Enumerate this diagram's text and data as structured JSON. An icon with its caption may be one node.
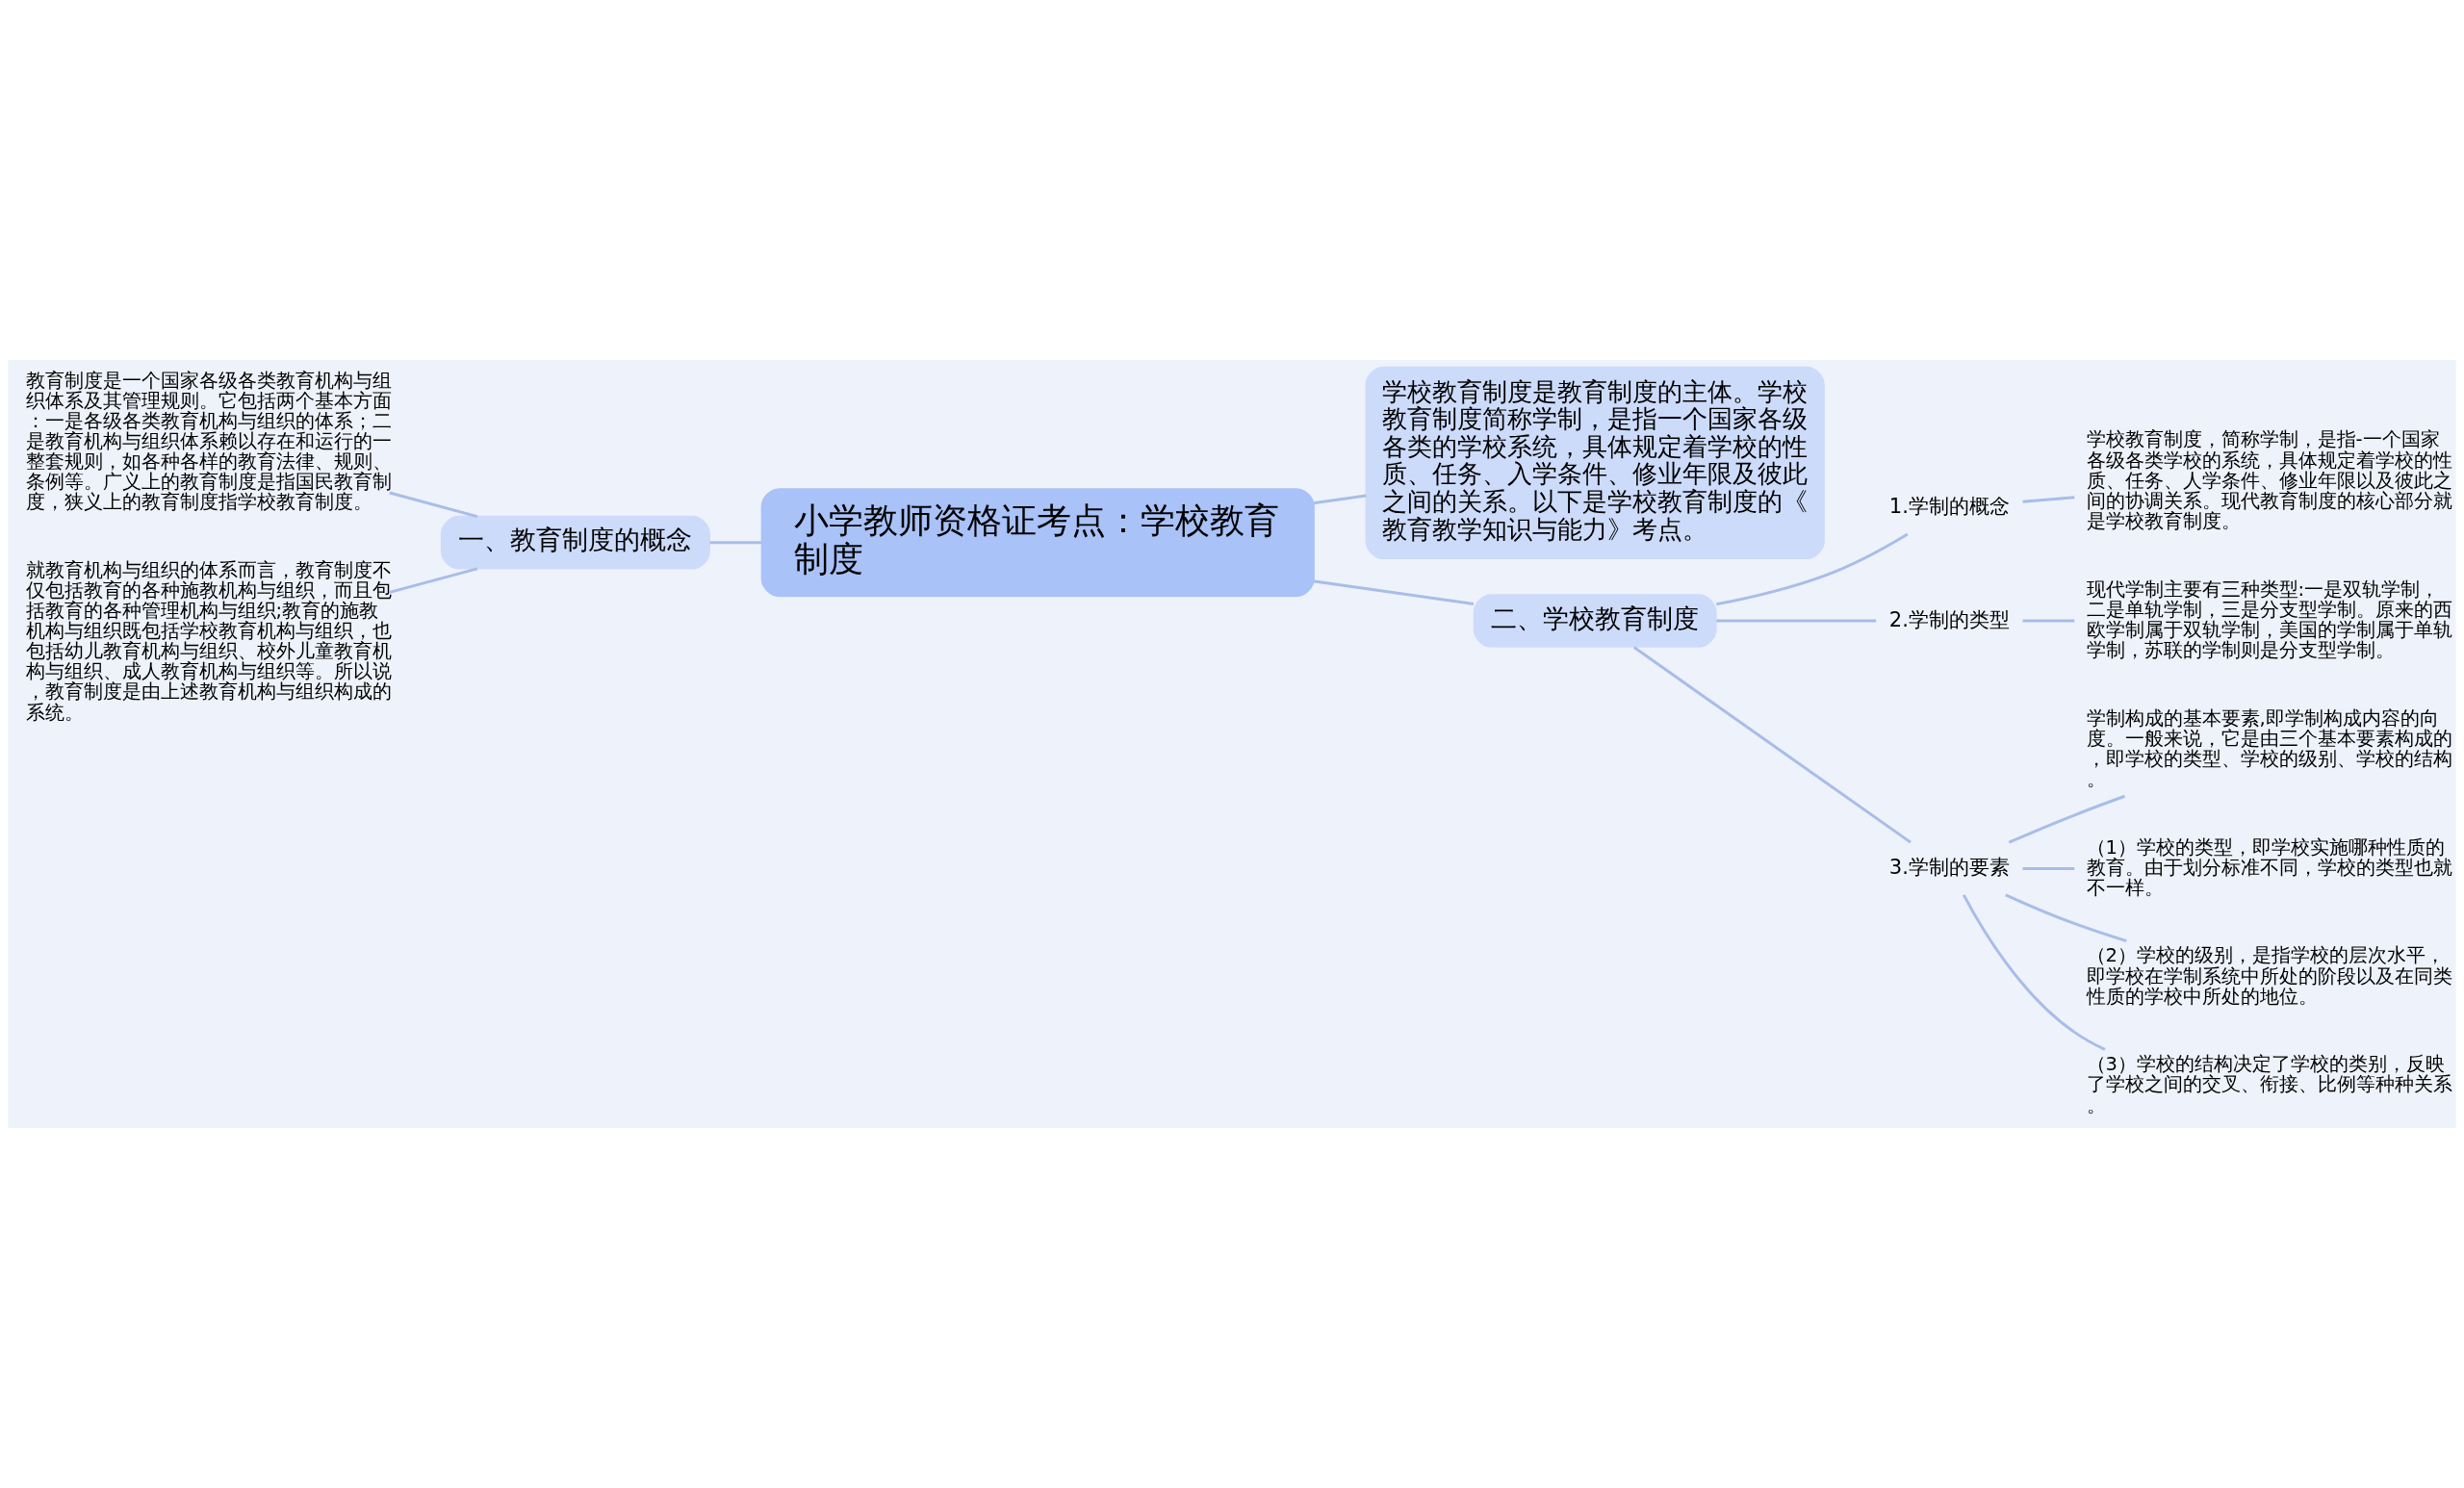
{
  "diagram": {
    "nodes": [
      {
        "text": [
          "小学教师资格证考点：学校教育制度"
        ]
      },
      {
        "text": [
          "一、教育制度的概念"
        ]
      },
      {
        "text": [
          "教育制度是一个国家各级各类教育机构与组织体系及其管理规则。它包括两个基本方面：一是各级各类教育机构与组织的体系；二是教育机构与组织体系赖以存在和运行的一整套规则，如各种各样的教育法律、规则、条例等。广义上的教育制度是指国民教育制度，狭义上的教育制度指学校教育制度。"
        ]
      },
      {
        "text": [
          "就教育机构与组织的体系而言，教育制度不仅包括教育的各种施教机构与组织，而且包括教育的各种管理机构与组织;教育的施教机构与组织既包括学校教育机构与组织，也包括幼儿教育机构与组织、校外儿童教育机构与组织、成人教育机构与组织等。所以说，教育制度是由上述教育机构与组织构成的系统。"
        ]
      },
      {
        "text": [
          "学校教育制度是教育制度的主体。学校教育制度简称学制，是指一个国家各级各类的学校系统，具体规定着学校的性质、任务、入学条件、修业年限及彼此之间的关系。以下是学校教育制度的《教育教学知识与能力》考点。"
        ]
      },
      {
        "text": [
          "二、学校教育制度"
        ]
      },
      {
        "text": [
          "1.学制的概念"
        ]
      },
      {
        "text": [
          "学校教育制度，简称学制，是指-一个国家各级各类学校的系统，具体规定着学校的性质、任务、人学条件、修业年限以及彼此之间的协调关系。现代教育制度的核心部分就是学校教育制度。"
        ]
      },
      {
        "text": [
          "2.学制的类型"
        ]
      },
      {
        "text": [
          "现代学制主要有三种类型:一是双轨学制，二是单轨学制，三是分支型学制。原来的西欧学制属于双轨学制，美国的学制属于单轨学制，苏联的学制则是分支型学制。"
        ]
      },
      {
        "text": [
          "3.学制的要素"
        ]
      },
      {
        "text": [
          "学制构成的基本要素,即学制构成内容的向度。一般来说，它是由三个基本要素构成的，即学校的类型、学校的级别、学校的结构。"
        ]
      },
      {
        "text": [
          "（1）学校的类型，即学校实施哪种性质的教育。由于划分标准不同，学校的类型也就不一样。"
        ]
      },
      {
        "text": [
          "（2）学校的级别，是指学校的层次水平，即学校在学制系统中所处的阶段以及在同类性质的学校中所处的地位。"
        ]
      },
      {
        "text": [
          "（3）学校的结构决定了学校的类别，反映了学校之间的交叉、衔接、比例等种种关系。"
        ]
      }
    ],
    "edges": [
      {
        "from": 2,
        "to": 1,
        "arrow": "none"
      },
      {
        "from": 3,
        "to": 1,
        "arrow": "none"
      },
      {
        "from": 1,
        "to": 0,
        "arrow": "none"
      },
      {
        "from": 0,
        "to": 4,
        "arrow": "none"
      },
      {
        "from": 0,
        "to": 5,
        "arrow": "none"
      },
      {
        "from": 5,
        "to": 6,
        "arrow": "none"
      },
      {
        "from": 6,
        "to": 7,
        "arrow": "none"
      },
      {
        "from": 5,
        "to": 8,
        "arrow": "none"
      },
      {
        "from": 8,
        "to": 9,
        "arrow": "none"
      },
      {
        "from": 5,
        "to": 10,
        "arrow": "none"
      },
      {
        "from": 10,
        "to": 11,
        "arrow": "none"
      },
      {
        "from": 10,
        "to": 12,
        "arrow": "none"
      },
      {
        "from": 10,
        "to": 13,
        "arrow": "none"
      },
      {
        "from": 10,
        "to": 14,
        "arrow": "none"
      }
    ]
  }
}
